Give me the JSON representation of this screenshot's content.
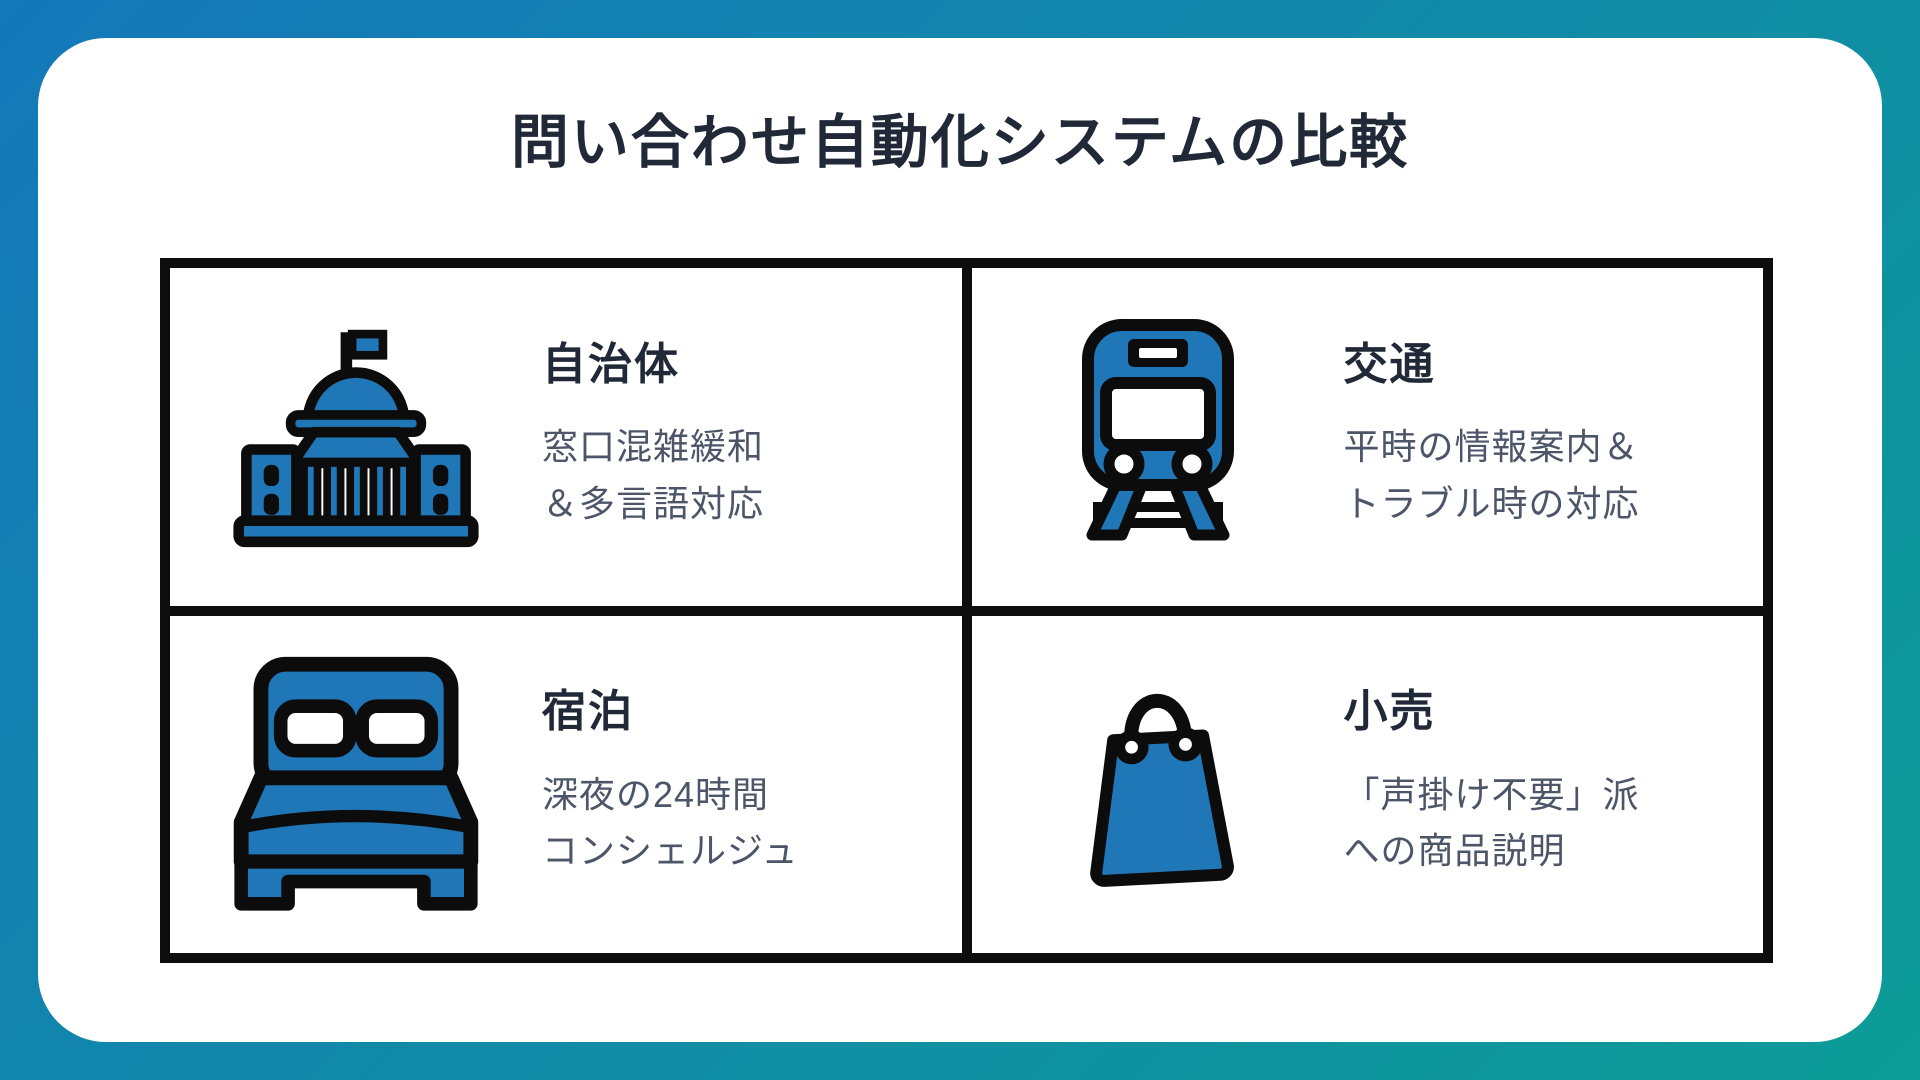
{
  "title": "問い合わせ自動化システムの比較",
  "colors": {
    "bg_gradient_start": "#1478b9",
    "bg_gradient_end": "#0d9c97",
    "card_bg": "#ffffff",
    "title_text": "#212837",
    "heading_text": "#212837",
    "description_text": "#4d5568",
    "icon_blue": "#1f77b7",
    "icon_outline": "#0c0c0c",
    "grid_border": "#0d0d0d"
  },
  "quadrants": [
    {
      "id": "municipality",
      "icon": "government-building-icon",
      "heading": "自治体",
      "description_lines": [
        "窓口混雑緩和",
        "＆多言語対応"
      ]
    },
    {
      "id": "transport",
      "icon": "train-icon",
      "heading": "交通",
      "description_lines": [
        "平時の情報案内＆",
        "トラブル時の対応"
      ]
    },
    {
      "id": "lodging",
      "icon": "bed-icon",
      "heading": "宿泊",
      "description_lines": [
        "深夜の24時間",
        "コンシェルジュ"
      ]
    },
    {
      "id": "retail",
      "icon": "shopping-bag-icon",
      "heading": "小売",
      "description_lines": [
        "「声掛け不要」派",
        "への商品説明"
      ]
    }
  ]
}
